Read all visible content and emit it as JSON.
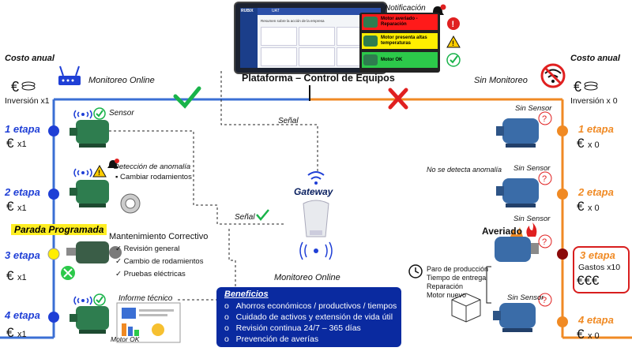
{
  "platform": {
    "title": "Plataforma – Control de Equipos",
    "logo_text": "RUBIX",
    "screen_title": "UAT",
    "screen_heading": "Resumen sobre la acción de la empresa"
  },
  "notification": {
    "label": "Notificación",
    "items": [
      {
        "text": "Motor averiado - Reparación",
        "bg": "#ff1a1a",
        "status_icon": "exclamation-icon"
      },
      {
        "text": "Motor presenta altas temperaturas",
        "bg": "#ffee00",
        "status_icon": "warning-icon"
      },
      {
        "text": "Motor OK",
        "bg": "#2cc94a",
        "status_icon": "check-icon"
      }
    ]
  },
  "left": {
    "cost_label": "Costo anual",
    "monitoring_label": "Monitoreo Online",
    "investment": "Inversión x1",
    "stages": [
      {
        "label": "1 etapa",
        "cost": "€",
        "mult": "x1"
      },
      {
        "label": "2 etapa",
        "cost": "€",
        "mult": "x1"
      },
      {
        "label": "3 etapa",
        "cost": "€",
        "mult": "x1"
      },
      {
        "label": "4 etapa",
        "cost": "€",
        "mult": "x1"
      }
    ],
    "sensor_label": "Sensor",
    "anomaly_label": "Detección de anomalía",
    "anomaly_bullet": "Cambiar rodamientos",
    "scheduled_stop": "Parada Programada",
    "corrective_title": "Mantenimiento Correctivo",
    "corrective_items": [
      "Revisión general",
      "Cambio de rodamientos",
      "Pruebas eléctricas"
    ],
    "report_label": "Informe técnico",
    "motor_ok_label": "Motor OK"
  },
  "center": {
    "signal_label_1": "Señal",
    "signal_label_2": "Señal",
    "gateway_label": "Gateway",
    "online_label": "Monitoreo Online"
  },
  "benefits": {
    "title": "Beneficios",
    "bullet": "o",
    "items": [
      "Ahorros económicos / productivos / tiempos",
      "Cuidado de activos y extensión de vida útil",
      "Revisión continua 24/7 – 365 días",
      "Prevención de averías"
    ]
  },
  "right": {
    "cost_label": "Costo anual",
    "monitoring_label": "Sin Monitoreo",
    "investment": "Inversión x 0",
    "no_sensor_label": "Sin Sensor",
    "no_anomaly_label": "No se detecta anomalía",
    "broken_label": "Averiado",
    "stages": [
      {
        "label": "1 etapa",
        "cost": "€",
        "mult": "x 0"
      },
      {
        "label": "2 etapa",
        "cost": "€",
        "mult": "x 0"
      },
      {
        "label": "3 etapa",
        "cost": "Gastos x10",
        "mult": "€€€"
      },
      {
        "label": "4 etapa",
        "cost": "€",
        "mult": "x 0"
      }
    ],
    "consequences": [
      "Paro de producción",
      "Tiempo de entrega",
      "Reparación",
      "Motor nuevo"
    ]
  },
  "colors": {
    "left_line": "#3b6fd4",
    "right_line": "#f08a24",
    "left_node": "#1f3fd6",
    "yellow_node": "#ffee00",
    "red_node": "#8b0a0a",
    "benefits_bg": "#0a2aa0",
    "check": "#19b34a",
    "cross": "#e02020"
  }
}
